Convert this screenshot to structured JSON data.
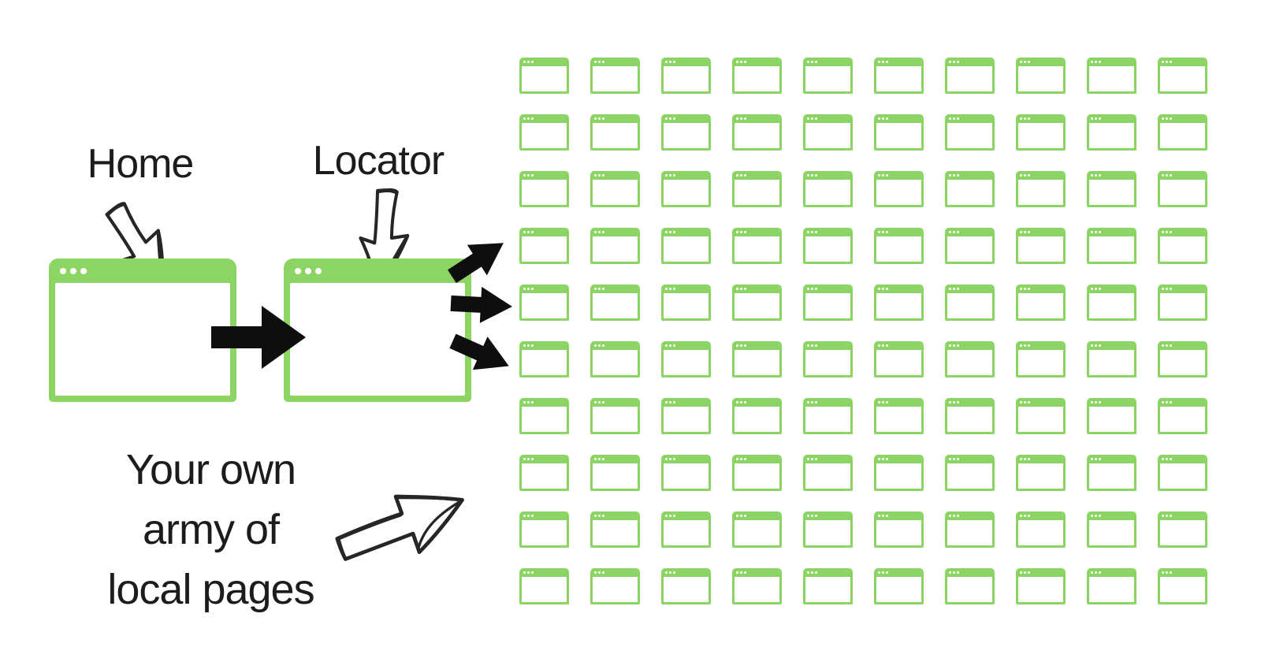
{
  "diagram": {
    "home_label": "Home",
    "locator_label": "Locator",
    "caption_lines": [
      "Your own",
      "army of",
      "local pages"
    ]
  },
  "window": {
    "dot_count": 3
  },
  "grid": {
    "rows": 10,
    "cols": 10,
    "total_pages": 100
  },
  "colors": {
    "window_green": "#8CD464",
    "arrow_black": "#0E0E0E",
    "sketch_ink": "#262626",
    "text_ink": "#1C1C1C",
    "background": "#FFFFFF"
  }
}
